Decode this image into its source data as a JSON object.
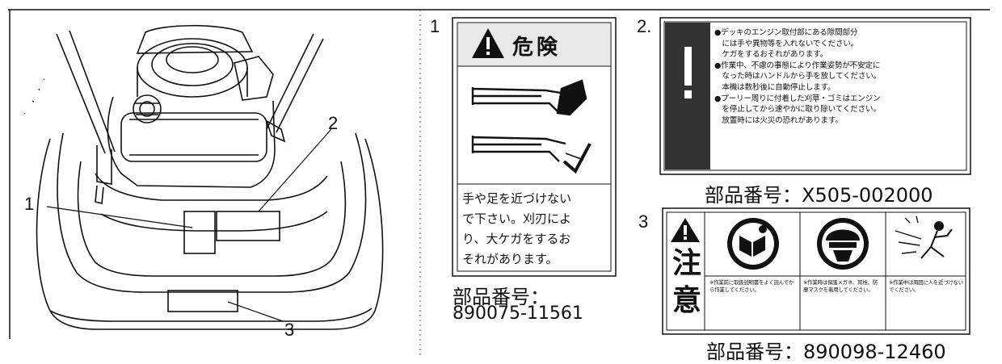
{
  "diagram": {
    "callouts": {
      "one": "1",
      "two": "2",
      "three": "3"
    },
    "labels": {
      "label1": {
        "number": "1",
        "header": "危険",
        "body_lines": [
          "手や足を近づけない",
          "で下さい。刈刃によ",
          "り、大ケガをするお",
          "それがあります。"
        ],
        "part_prefix": "部品番号：",
        "part_number": "890075-11561"
      },
      "label2": {
        "number": "2.",
        "lines": [
          "●デッキのエンジン取付部にある隙間部分",
          "　には手や異物等を入れないでください。",
          "　ケガをするおそれがあります。",
          "●作業中、不慮の事態により作業姿勢が不安定に",
          "　なった時はハンドルから手を放してください。",
          "　本機は数秒後に自動停止します。",
          "●プーリー周りに付着した刈草・ゴミはエンジン",
          "　を停止してから速やかに取り除いてください。",
          "　放置時には火災の恐れがあります。"
        ],
        "part_number": "部品番号：X505-002000"
      },
      "label3": {
        "number": "3",
        "header_chars": [
          "注",
          "意"
        ],
        "captions": [
          "※作業前に取扱説明書をよく読んでから作業してください。",
          "※作業時は保護メガネ、耳栓、防塵マスクを着用してください。",
          "※作業中は周囲に人を近づけないでください。"
        ],
        "part_number": "部品番号：890098-12460"
      }
    }
  }
}
